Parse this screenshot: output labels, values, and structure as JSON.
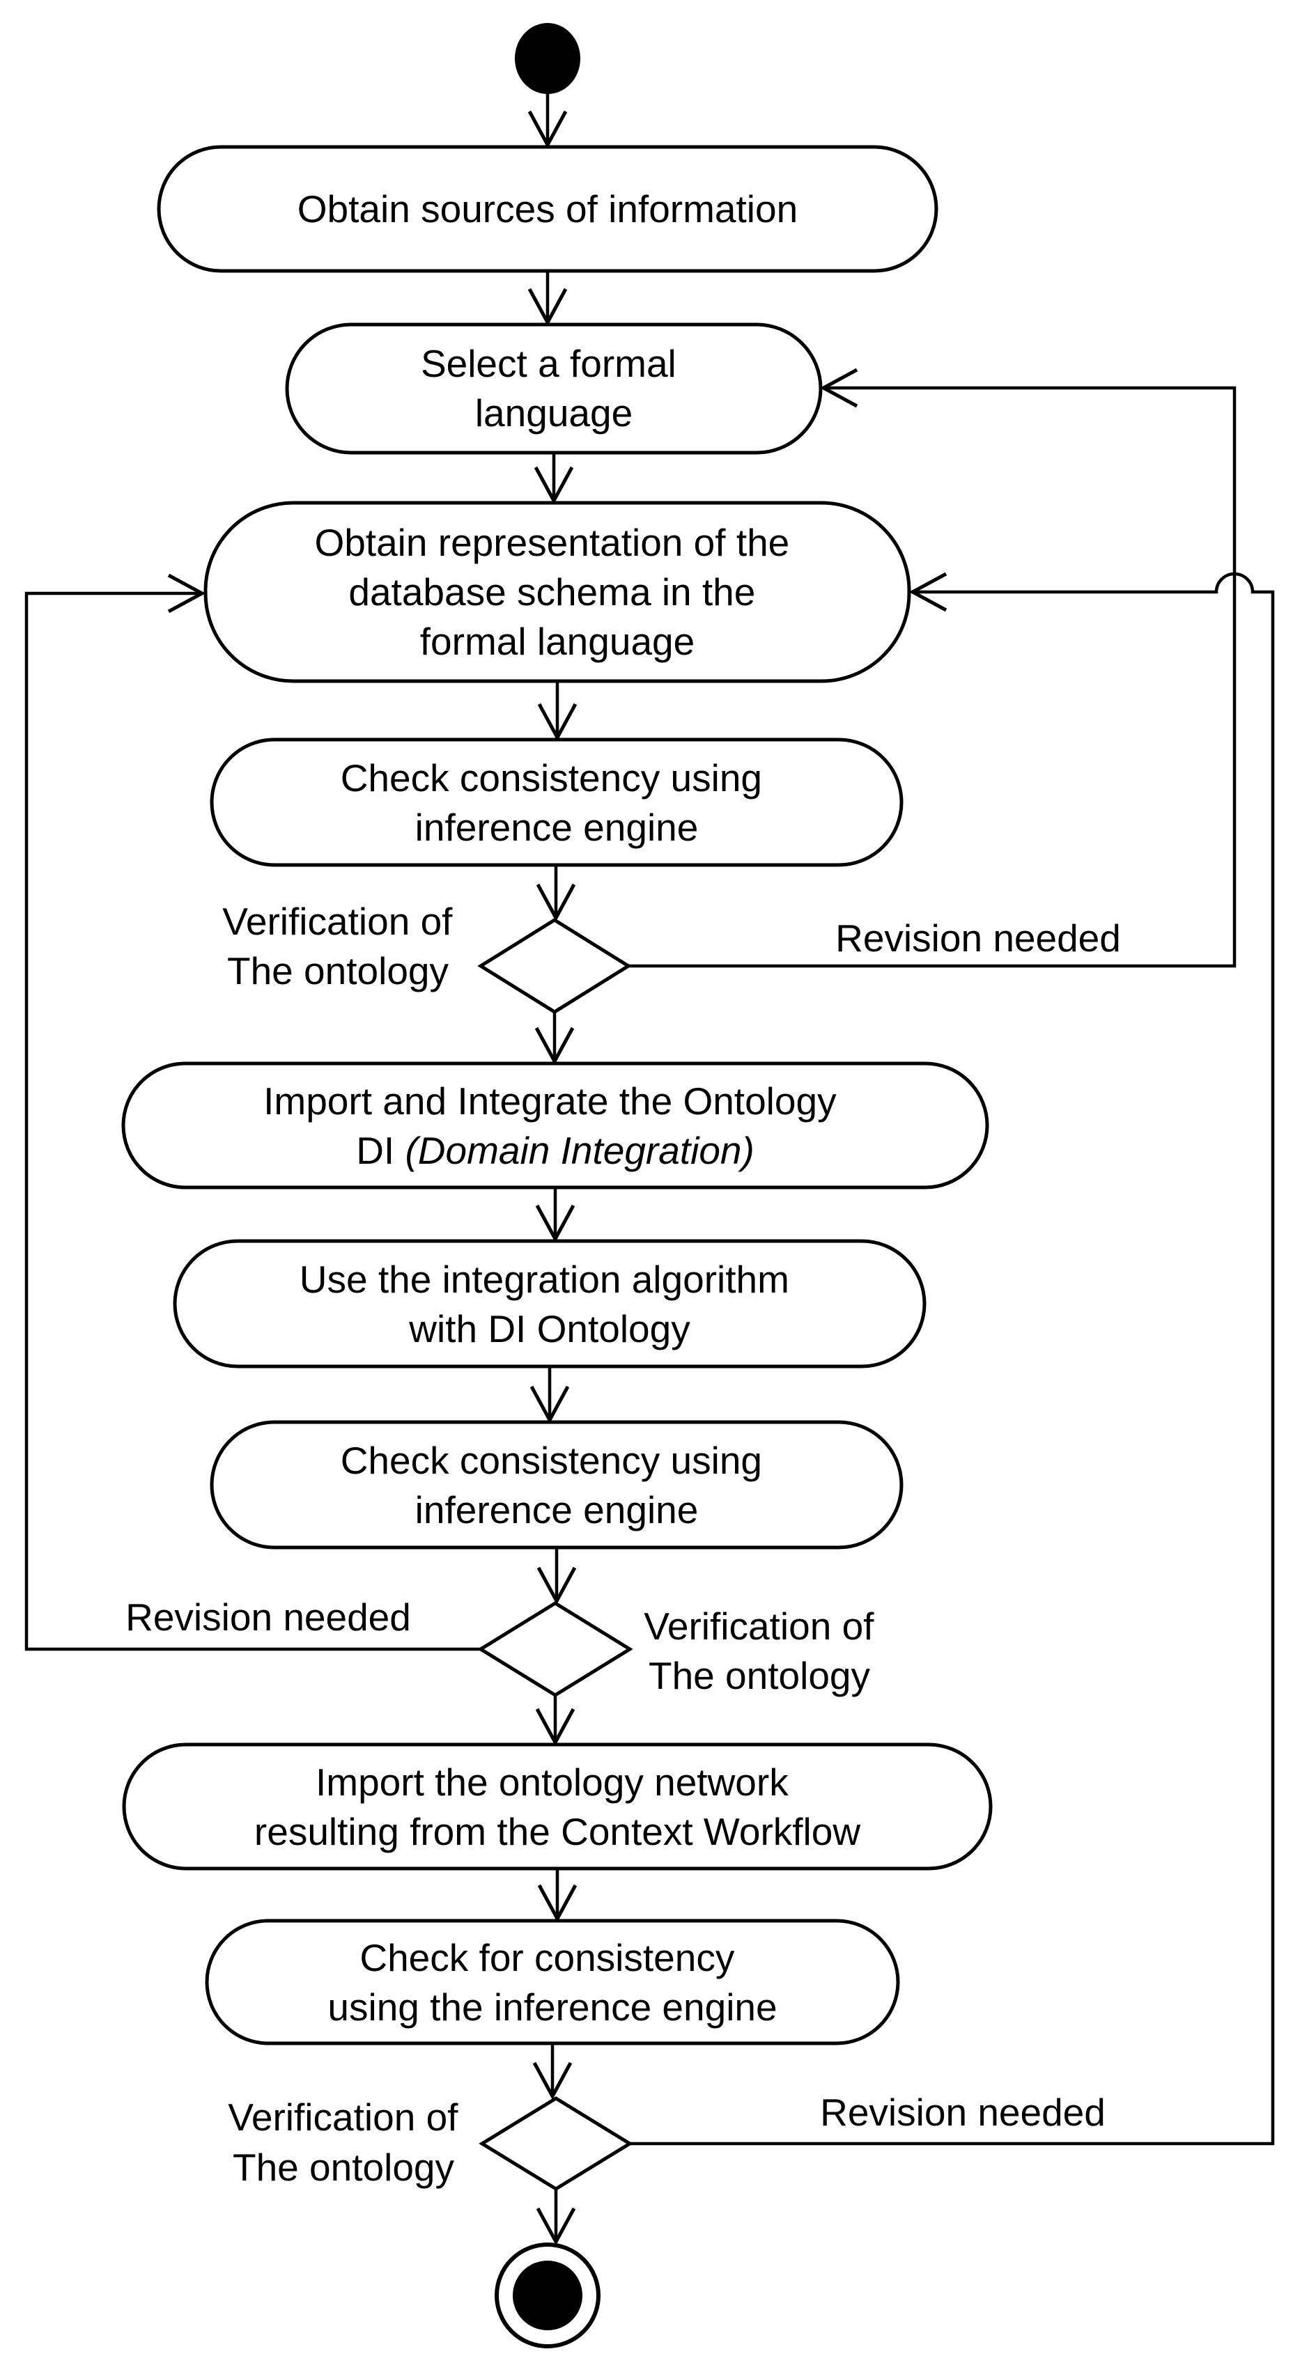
{
  "diagram": {
    "kind": "uml-activity-diagram",
    "colors": {
      "ink": "#000000",
      "background": "#ffffff"
    },
    "start_node": "initial-node",
    "end_node": "activity-final-node"
  },
  "nodes": [
    {
      "id": "obtain-sources",
      "lines": [
        "Obtain sources of information"
      ]
    },
    {
      "id": "select-language",
      "lines": [
        "Select a formal",
        "language"
      ]
    },
    {
      "id": "obtain-representation",
      "lines": [
        "Obtain representation of the",
        "database schema in the",
        "formal language"
      ]
    },
    {
      "id": "check-consistency-1",
      "lines": [
        "Check consistency using",
        "inference engine"
      ]
    },
    {
      "id": "import-integrate-ontology",
      "lines": [
        "Import and Integrate the Ontology"
      ],
      "line2_prefix": "DI ",
      "line2_italic": "(Domain Integration)"
    },
    {
      "id": "use-integration-algorithm",
      "lines": [
        "Use the integration algorithm",
        "with DI Ontology"
      ]
    },
    {
      "id": "check-consistency-2",
      "lines": [
        "Check consistency using",
        "inference engine"
      ]
    },
    {
      "id": "import-ontology-network",
      "lines": [
        "Import the ontology network",
        "resulting from the Context Workflow"
      ]
    },
    {
      "id": "check-for-consistency",
      "lines": [
        "Check for consistency",
        "using the inference engine"
      ]
    }
  ],
  "decisions": [
    {
      "id": "decision-1",
      "left_label_line1": "Verification of",
      "left_label_line2": "The ontology",
      "right_label": "Revision needed"
    },
    {
      "id": "decision-2",
      "left_label": "Revision needed",
      "right_label_line1": "Verification of",
      "right_label_line2": "The ontology"
    },
    {
      "id": "decision-3",
      "left_label_line1": "Verification of",
      "left_label_line2": "The ontology",
      "right_label": "Revision needed"
    }
  ]
}
